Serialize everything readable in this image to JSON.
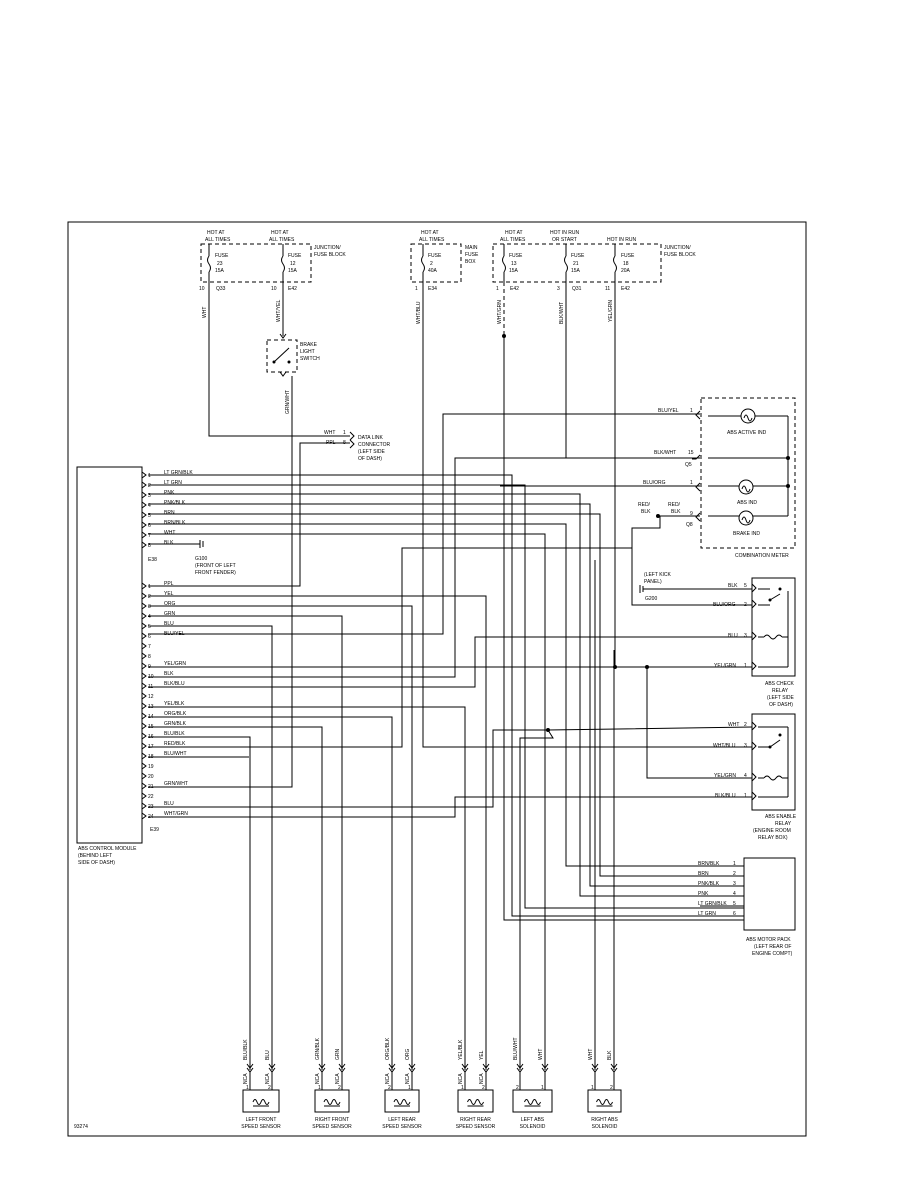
{
  "power": {
    "hot1": [
      "HOT AT",
      "ALL TIMES"
    ],
    "hot2": [
      "HOT AT",
      "ALL TIMES"
    ],
    "hot3": [
      "HOT AT",
      "ALL TIMES"
    ],
    "hot4": [
      "HOT AT",
      "ALL TIMES"
    ],
    "hot5": [
      "HOT IN RUN",
      "OR START"
    ],
    "hot6": [
      "HOT IN RUN"
    ],
    "jb1": [
      "JUNCTION/",
      "FUSE BLOCK"
    ],
    "jb2": [
      "JUNCTION/",
      "FUSE BLOCK"
    ],
    "mainbox": [
      "MAIN",
      "FUSE",
      "BOX"
    ]
  },
  "fuses": [
    {
      "label": "FUSE",
      "num": "23",
      "amp": "15A",
      "pin": "10",
      "conn": "Q33",
      "wire": "WHT"
    },
    {
      "label": "FUSE",
      "num": "12",
      "amp": "15A",
      "pin": "10",
      "conn": "E42",
      "wire": "WHT/YEL"
    },
    {
      "label": "FUSE",
      "num": "2",
      "amp": "40A",
      "pin": "1",
      "conn": "E34",
      "wire": "WHT/BLU"
    },
    {
      "label": "FUSE",
      "num": "13",
      "amp": "15A",
      "pin": "1",
      "conn": "E42",
      "wire": "WHT/GRN"
    },
    {
      "label": "FUSE",
      "num": "21",
      "amp": "15A",
      "pin": "3",
      "conn": "Q31",
      "wire": "BLK/WHT"
    },
    {
      "label": "FUSE",
      "num": "18",
      "amp": "20A",
      "pin": "11",
      "conn": "E42",
      "wire": "YEL/GRN"
    }
  ],
  "brake_switch": {
    "label": [
      "BRAKE",
      "LIGHT",
      "SWITCH"
    ],
    "wire": "GRN/WHT"
  },
  "dlc": {
    "label": [
      "DATA LINK",
      "CONNECTOR",
      "(LEFT SIDE",
      "OF DASH)"
    ],
    "pins": [
      {
        "wire": "WHT",
        "pin": "1"
      },
      {
        "wire": "PPL",
        "pin": "8"
      }
    ]
  },
  "module": {
    "label": [
      "ABS CONTROL MODULE",
      "(BEHIND LEFT",
      "SIDE OF DASH)"
    ],
    "e38": "E38",
    "e39": "E39",
    "ground_upper": [
      "G100",
      "(FRONT OF LEFT",
      "FRONT FENDER)"
    ],
    "upper_pins": [
      {
        "pin": "1",
        "wire": "LT GRN/BLK"
      },
      {
        "pin": "2",
        "wire": "LT GRN"
      },
      {
        "pin": "3",
        "wire": "PNK"
      },
      {
        "pin": "4",
        "wire": "PNK/BLK"
      },
      {
        "pin": "5",
        "wire": "BRN"
      },
      {
        "pin": "6",
        "wire": "BRN/BLK"
      },
      {
        "pin": "7",
        "wire": "WHT"
      },
      {
        "pin": "8",
        "wire": "BLK"
      }
    ],
    "lower_pins": [
      {
        "pin": "1",
        "wire": "PPL"
      },
      {
        "pin": "2",
        "wire": "YEL"
      },
      {
        "pin": "3",
        "wire": "ORG"
      },
      {
        "pin": "4",
        "wire": "GRN"
      },
      {
        "pin": "5",
        "wire": "BLU"
      },
      {
        "pin": "6",
        "wire": "BLU/YEL"
      },
      {
        "pin": "7",
        "wire": ""
      },
      {
        "pin": "8",
        "wire": ""
      },
      {
        "pin": "9",
        "wire": "YEL/GRN"
      },
      {
        "pin": "10",
        "wire": "BLK"
      },
      {
        "pin": "11",
        "wire": "BLK/BLU"
      },
      {
        "pin": "12",
        "wire": ""
      },
      {
        "pin": "13",
        "wire": "YEL/BLK"
      },
      {
        "pin": "14",
        "wire": "ORG/BLK"
      },
      {
        "pin": "15",
        "wire": "GRN/BLK"
      },
      {
        "pin": "16",
        "wire": "BLU/BLK"
      },
      {
        "pin": "17",
        "wire": "RED/BLK"
      },
      {
        "pin": "18",
        "wire": "BLU/WHT"
      },
      {
        "pin": "19",
        "wire": ""
      },
      {
        "pin": "20",
        "wire": ""
      },
      {
        "pin": "21",
        "wire": "GRN/WHT"
      },
      {
        "pin": "22",
        "wire": ""
      },
      {
        "pin": "23",
        "wire": "BLU"
      },
      {
        "pin": "24",
        "wire": "WHT/GRN"
      }
    ]
  },
  "meter": {
    "label": "COMBINATION METER",
    "abs_active": "ABS ACTIVE IND",
    "abs_ind": "ABS IND",
    "brake_ind": "BRAKE IND",
    "pins": [
      {
        "wire": "BLU/YEL",
        "pin": "1"
      },
      {
        "wire": "BLK/WHT",
        "pin": "15"
      },
      {
        "wire": "BLU/ORG",
        "pin": "1"
      },
      {
        "wire": "RED/ BLK",
        "pin": "9"
      }
    ],
    "conn_q5": "Q5",
    "conn_q8": "Q8",
    "red_blk_left": [
      "RED/",
      "BLK"
    ],
    "red_blk_right": [
      "RED/",
      "BLK"
    ]
  },
  "check_relay": {
    "label": [
      "ABS CHECK",
      "RELAY",
      "(LEFT SIDE",
      "OF DASH)"
    ],
    "ground": [
      "(LEFT KICK",
      "PANEL)",
      "G200"
    ],
    "pins": [
      {
        "wire": "BLK",
        "pin": "5"
      },
      {
        "wire": "BLU/ORG",
        "pin": "2"
      },
      {
        "wire": "BLU",
        "pin": "3"
      },
      {
        "wire": "YEL/GRN",
        "pin": "1"
      }
    ]
  },
  "enable_relay": {
    "label": [
      "ABS ENABLE",
      "RELAY",
      "(ENGINE ROOM",
      "RELAY BOX)"
    ],
    "pins": [
      {
        "wire": "WHT",
        "pin": "2"
      },
      {
        "wire": "WHT/BLU",
        "pin": "3"
      },
      {
        "wire": "YEL/GRN",
        "pin": "4"
      },
      {
        "wire": "BLK/BLU",
        "pin": "1"
      }
    ]
  },
  "motor_pack": {
    "label": [
      "ABS MOTOR PACK",
      "(LEFT REAR OF",
      "ENGINE COMPT)"
    ],
    "pins": [
      {
        "wire": "BRN/BLK",
        "pin": "1"
      },
      {
        "wire": "BRN",
        "pin": "2"
      },
      {
        "wire": "PNK/BLK",
        "pin": "3"
      },
      {
        "wire": "PNK",
        "pin": "4"
      },
      {
        "wire": "LT GRN/BLK",
        "pin": "5"
      },
      {
        "wire": "LT GRN",
        "pin": "6"
      }
    ]
  },
  "sensors": [
    {
      "name": [
        "LEFT FRONT",
        "SPEED SENSOR"
      ],
      "wires": [
        "BLU/BLK",
        "BLU"
      ],
      "nca": [
        "NCA",
        "NCA"
      ],
      "pins": [
        "1",
        "2"
      ]
    },
    {
      "name": [
        "RIGHT FRONT",
        "SPEED SENSOR"
      ],
      "wires": [
        "GRN/BLK",
        "GRN"
      ],
      "nca": [
        "NCA",
        "NCA"
      ],
      "pins": [
        "1",
        "2"
      ]
    },
    {
      "name": [
        "LEFT REAR",
        "SPEED SENSOR"
      ],
      "wires": [
        "ORG/BLK",
        "ORG"
      ],
      "nca": [
        "NCA",
        "NCA"
      ],
      "pins": [
        "2",
        "1"
      ]
    },
    {
      "name": [
        "RIGHT REAR",
        "SPEED SENSOR"
      ],
      "wires": [
        "YEL/BLK",
        "YEL"
      ],
      "nca": [
        "NCA",
        "NCA"
      ],
      "pins": [
        "1",
        "2"
      ]
    },
    {
      "name": [
        "LEFT ABS",
        "SOLENOID"
      ],
      "wires": [
        "BLU/WHT",
        "WHT"
      ],
      "nca": [],
      "pins": [
        "2",
        "1"
      ]
    },
    {
      "name": [
        "RIGHT ABS",
        "SOLENOID"
      ],
      "wires": [
        "WHT",
        "BLK"
      ],
      "nca": [],
      "pins": [
        "1",
        "2"
      ]
    }
  ],
  "figure_id": "93274"
}
